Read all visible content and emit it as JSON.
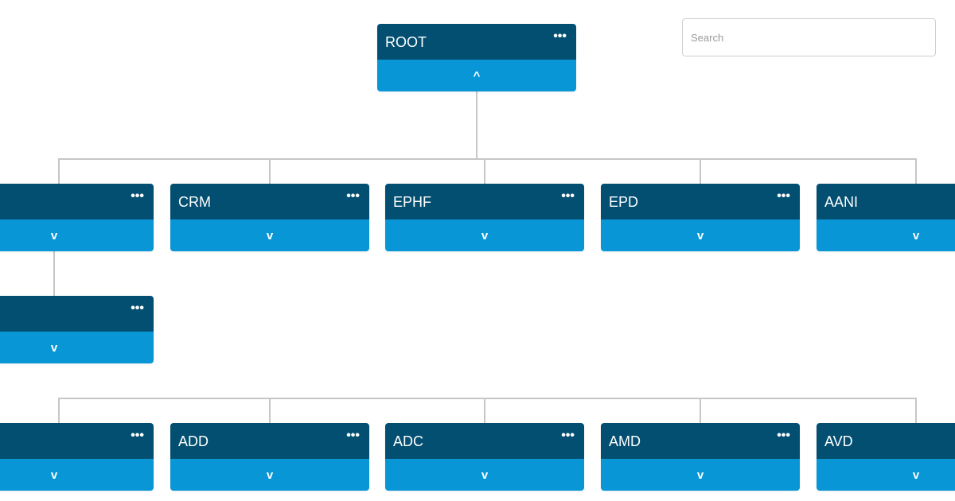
{
  "search": {
    "placeholder": "Search",
    "value": ""
  },
  "colors": {
    "header": "#034f71",
    "footer": "#0896d6",
    "connector": "#c6c6c6"
  },
  "root": {
    "title": "ROOT",
    "menu": "•••",
    "toggle": "^"
  },
  "level1": [
    {
      "title": "CM",
      "menu": "•••",
      "toggle": "v"
    },
    {
      "title": "CRM",
      "menu": "•••",
      "toggle": "v"
    },
    {
      "title": "EPHF",
      "menu": "•••",
      "toggle": "v"
    },
    {
      "title": "EPD",
      "menu": "•••",
      "toggle": "v"
    },
    {
      "title": "AANI",
      "menu": "•••",
      "toggle": "v"
    }
  ],
  "level2": [
    {
      "title": "CM",
      "menu": "•••",
      "toggle": "v"
    }
  ],
  "level3": [
    {
      "title": "",
      "menu": "•••",
      "toggle": "v"
    },
    {
      "title": "ADD",
      "menu": "•••",
      "toggle": "v"
    },
    {
      "title": "ADC",
      "menu": "•••",
      "toggle": "v"
    },
    {
      "title": "AMD",
      "menu": "•••",
      "toggle": "v"
    },
    {
      "title": "AVD",
      "menu": "•••",
      "toggle": "v"
    }
  ]
}
